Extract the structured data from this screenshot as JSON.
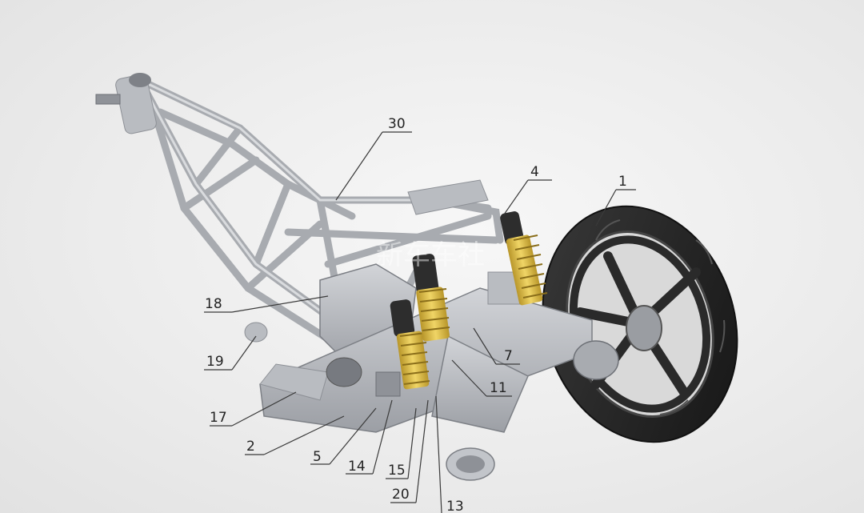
{
  "figure": {
    "background_color": "#ececec",
    "frame_color": "#a8abb0",
    "spring_color": "#e2c34a",
    "tire_color": "#2a2a2a",
    "watermark": "新车车社"
  },
  "callouts": [
    {
      "id": "c30",
      "label": "30"
    },
    {
      "id": "c4",
      "label": "4"
    },
    {
      "id": "c1",
      "label": "1"
    },
    {
      "id": "c18",
      "label": "18"
    },
    {
      "id": "c19",
      "label": "19"
    },
    {
      "id": "c7",
      "label": "7"
    },
    {
      "id": "c11",
      "label": "11"
    },
    {
      "id": "c17",
      "label": "17"
    },
    {
      "id": "c2",
      "label": "2"
    },
    {
      "id": "c5",
      "label": "5"
    },
    {
      "id": "c14",
      "label": "14"
    },
    {
      "id": "c15",
      "label": "15"
    },
    {
      "id": "c20",
      "label": "20"
    },
    {
      "id": "c13",
      "label": "13"
    }
  ]
}
